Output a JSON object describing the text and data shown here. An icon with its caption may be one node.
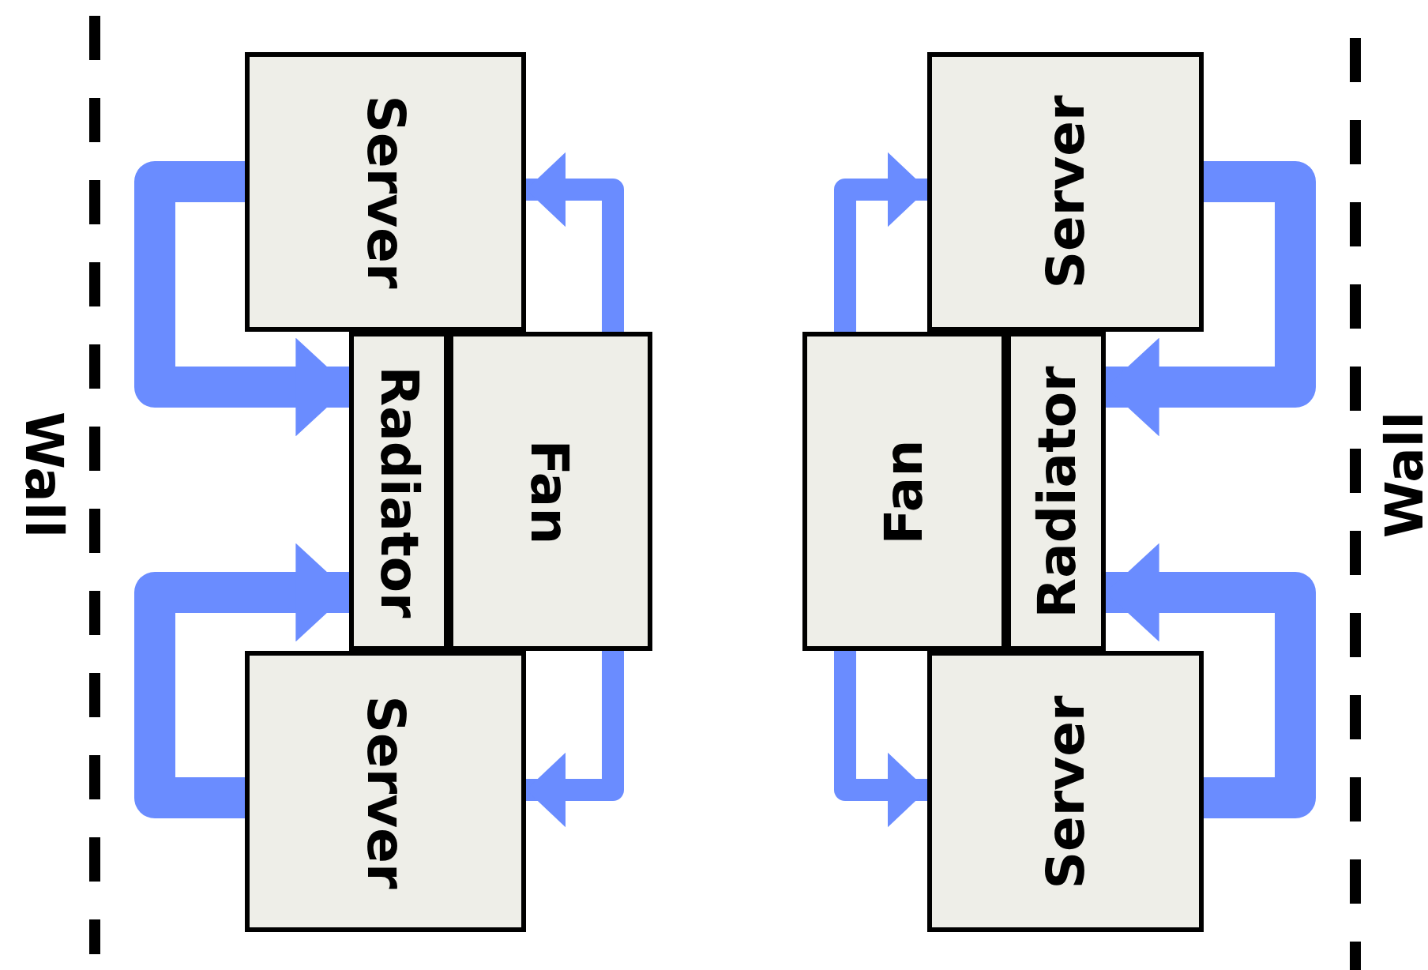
{
  "diagram": {
    "nodes": [
      {
        "text": [
          "Server"
        ]
      },
      {
        "text": [
          "Radiator"
        ]
      },
      {
        "text": [
          "Fan"
        ]
      },
      {
        "text": [
          "Server"
        ]
      },
      {
        "text": [
          "Server"
        ]
      },
      {
        "text": [
          "Fan"
        ]
      },
      {
        "text": [
          "Radiator"
        ]
      },
      {
        "text": [
          "Server"
        ]
      }
    ],
    "edges": [
      {
        "from": 0,
        "to": 1,
        "arrow": "to",
        "style": "thick"
      },
      {
        "from": 3,
        "to": 1,
        "arrow": "to",
        "style": "thick"
      },
      {
        "from": 2,
        "to": 0,
        "arrow": "to"
      },
      {
        "from": 2,
        "to": 3,
        "arrow": "to"
      },
      {
        "from": 4,
        "to": 6,
        "arrow": "to",
        "style": "thick"
      },
      {
        "from": 7,
        "to": 6,
        "arrow": "to",
        "style": "thick"
      },
      {
        "from": 5,
        "to": 4,
        "arrow": "to"
      },
      {
        "from": 5,
        "to": 7,
        "arrow": "to"
      }
    ],
    "labels": [
      "Wall",
      "Wall"
    ]
  }
}
